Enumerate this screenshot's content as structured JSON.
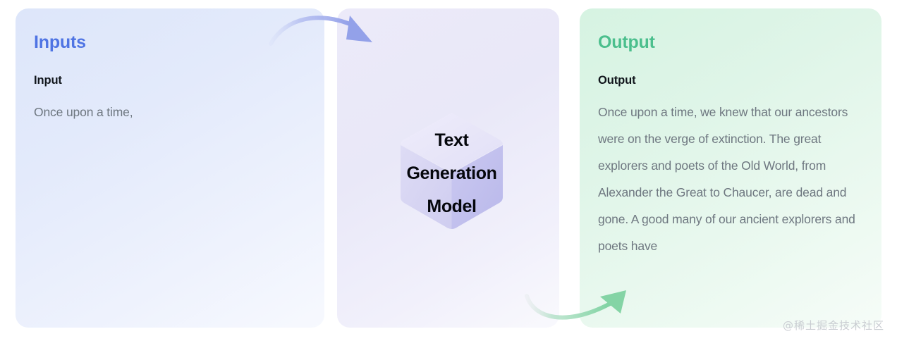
{
  "diagram": {
    "title_semantic": "text-generation-model-flow",
    "background_color": "#ffffff"
  },
  "inputs_card": {
    "panel_title": "Inputs",
    "field_label": "Input",
    "field_text": "Once upon a time,",
    "accent_color": "#4f74e3",
    "background_from": "#dde6fa",
    "background_to": "#f7f9fe"
  },
  "model_card": {
    "cube_label": "Text Generation Model",
    "cube_label_lines": [
      "Text",
      "Generation",
      "Model"
    ],
    "face_top_color": "#e8e6f9",
    "face_left_color": "#d8d6f3",
    "face_right_color": "#c4c3ef",
    "background_from": "#eceaf9",
    "background_to": "#f9f9fd"
  },
  "output_card": {
    "panel_title": "Output",
    "field_label": "Output",
    "field_text": "Once upon a time, we knew that our ancestors were on the verge of extinction. The great explorers and poets of the Old World, from Alexander the Great to Chaucer, are dead and gone. A good many of our ancient explorers and poets have",
    "accent_color": "#4bbf8d",
    "background_from": "#d6f3e2",
    "background_to": "#f6fcf8"
  },
  "arrows": {
    "input_to_model": {
      "name": "curved-arrow-right",
      "color": "#9aa7ec",
      "direction": "left-to-right"
    },
    "model_to_output": {
      "name": "curved-arrow-up-right",
      "color": "#86d6a6",
      "direction": "left-to-right"
    }
  },
  "watermark": {
    "text": "@稀土掘金技术社区"
  }
}
